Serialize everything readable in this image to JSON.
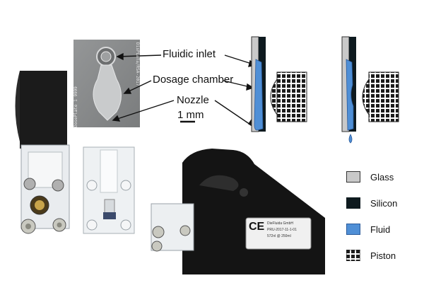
{
  "chip_labels": {
    "inlet": "Fluidic inlet",
    "chamber": "Dosage chamber",
    "nozzle": "Nozzle",
    "scale": "1 mm"
  },
  "chip_engraving": {
    "left": "DosePlate 1  9999",
    "right": "DisPLaTa/RSA-2017"
  },
  "device_label": {
    "company": "DieFluida GmbH",
    "part": "PRU-2017-11-1-01",
    "spec": "572nl @ 250ml",
    "ce": "CE"
  },
  "legend": {
    "items": [
      {
        "label": "Glass",
        "color": "#c9c9c9"
      },
      {
        "label": "Silicon",
        "color": "#0e1a1f"
      },
      {
        "label": "Fluid",
        "color": "#4f8fd6"
      },
      {
        "label": "Piston",
        "color": "#222222"
      }
    ]
  }
}
